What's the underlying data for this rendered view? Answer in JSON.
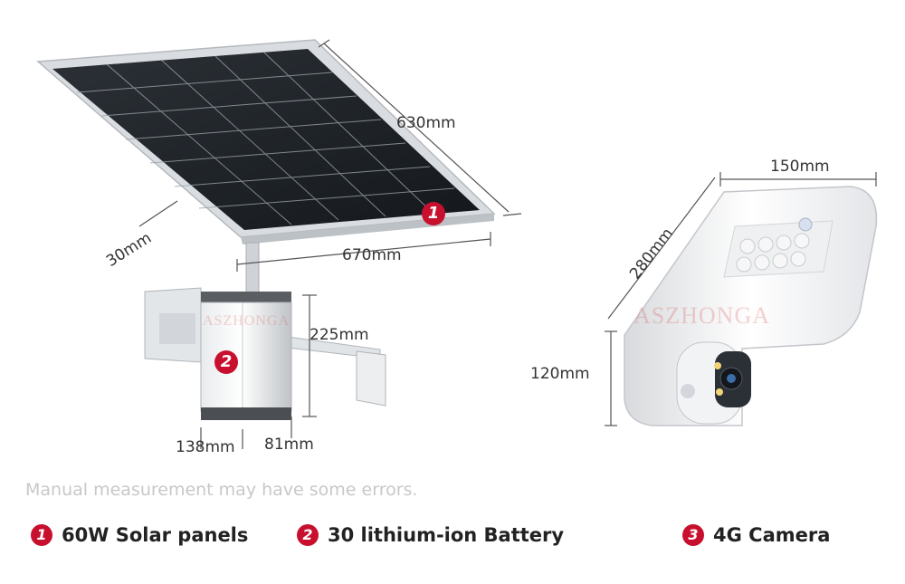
{
  "dimensions": {
    "panel_depth": "30mm",
    "panel_height": "630mm",
    "panel_width": "670mm",
    "battery_height": "225mm",
    "battery_width": "138mm",
    "battery_depth": "81mm",
    "camera_width": "150mm",
    "camera_length": "280mm",
    "camera_height": "120mm"
  },
  "badges": {
    "panel": "1",
    "battery": "2"
  },
  "watermark": "ASZHONGA",
  "note": "Manual measurement may have some errors.",
  "legend": [
    {
      "num": "1",
      "label": "60W Solar panels"
    },
    {
      "num": "2",
      "label": "30 lithium-ion Battery"
    },
    {
      "num": "3",
      "label": "4G Camera"
    }
  ],
  "colors": {
    "accent": "#c8102e",
    "panel": "#1c2126",
    "frame": "#d9dde1"
  }
}
